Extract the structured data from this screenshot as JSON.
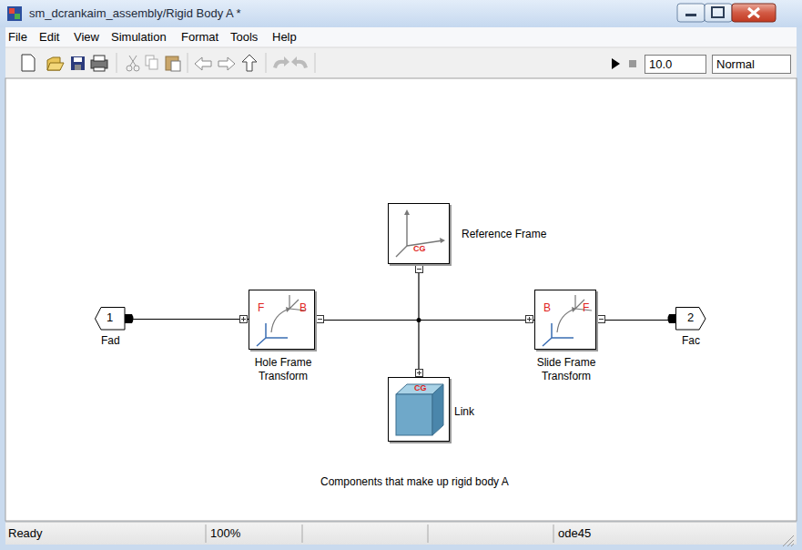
{
  "diagram": {
    "title": "sm_dcrankaim_assembly/Rigid Body A *",
    "caption": "Components that make up rigid body A",
    "nodes": [
      {
        "text": [
          "1",
          "Fad"
        ]
      },
      {
        "text": [
          "F",
          "B",
          "Hole Frame Transform"
        ]
      },
      {
        "text": [
          "CG",
          "Reference Frame"
        ]
      },
      {
        "text": [
          "CG",
          "Link"
        ]
      },
      {
        "text": [
          "B",
          "F",
          "Slide Frame Transform"
        ]
      },
      {
        "text": [
          "2",
          "Fac"
        ]
      }
    ],
    "edges": [
      {
        "from": 0,
        "to": 1,
        "arrow": "none"
      },
      {
        "from": 1,
        "to": 2,
        "arrow": "none"
      },
      {
        "from": 1,
        "to": 3,
        "arrow": "none"
      },
      {
        "from": 1,
        "to": 4,
        "arrow": "none"
      },
      {
        "from": 4,
        "to": 5,
        "arrow": "none"
      }
    ],
    "labels": [
      "File",
      "Edit",
      "View",
      "Simulation",
      "Format",
      "Tools",
      "Help",
      "10.0",
      "Normal",
      "Ready",
      "100%",
      "ode45"
    ]
  }
}
